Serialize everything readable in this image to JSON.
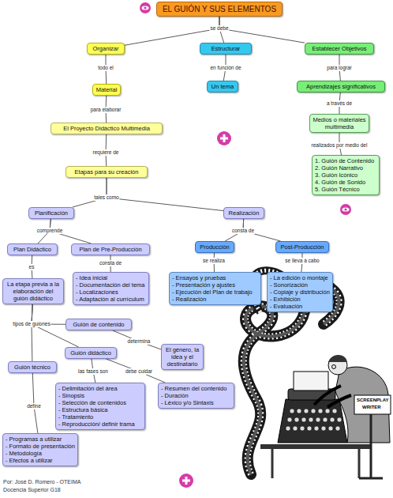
{
  "diagram": {
    "nodes": [
      {
        "text": [
          "EL GUIÓN Y SUS ELEMENTOS"
        ]
      },
      {
        "text": [
          "Organizar"
        ]
      },
      {
        "text": [
          "Estructurar"
        ]
      },
      {
        "text": [
          "Establecer Objetivos"
        ]
      },
      {
        "text": [
          "Material"
        ]
      },
      {
        "text": [
          "Un tema"
        ]
      },
      {
        "text": [
          "Aprendizajes significativos"
        ]
      },
      {
        "text": [
          "El Proyecto Didáctico Multimedia"
        ]
      },
      {
        "text": [
          "Medios o materiales multimedia"
        ]
      },
      {
        "text": [
          "1. Guión de Contenido",
          "2. Guión Narrativo",
          "3. Guión Icónico",
          "4. Guión de Sonido",
          "5. Guión Técnico"
        ]
      },
      {
        "text": [
          "Etapas para su creación"
        ]
      },
      {
        "text": [
          "Planificación"
        ]
      },
      {
        "text": [
          "Realización"
        ]
      },
      {
        "text": [
          "Plan Didáctico"
        ]
      },
      {
        "text": [
          "Plan de Pre-Producción"
        ]
      },
      {
        "text": [
          "Producción"
        ]
      },
      {
        "text": [
          "Post-Producción"
        ]
      },
      {
        "text": [
          "La etapa previa a la elaboración del guión didáctico"
        ]
      },
      {
        "text": [
          "- Idea inicial",
          "- Documentación del tema",
          "- Localizaciones",
          "- Adaptación al currículum"
        ]
      },
      {
        "text": [
          "- Ensayos y pruebas",
          "- Presentación y ajustes",
          "- Ejecución del Plan de trabajo",
          "- Realización"
        ]
      },
      {
        "text": [
          "- La edición o montaje",
          "- Sonorización",
          "- Copiaje y distribución",
          "- Exhibición",
          "- Evaluación"
        ]
      },
      {
        "text": [
          "Guión de contenido"
        ]
      },
      {
        "text": [
          "Guión didáctico"
        ]
      },
      {
        "text": [
          "Guión técnico"
        ]
      },
      {
        "text": [
          "El género, la idea y el destinatario"
        ]
      },
      {
        "text": [
          "- Delimitación del área",
          "- Sinopsis",
          "- Selección de contenidos",
          "- Estructura básica",
          "- Tratamiento",
          "- Reproducción/ definir trama"
        ]
      },
      {
        "text": [
          "- Resumen del contenido",
          "- Duración",
          "- Léxico y/o Sintaxis"
        ]
      },
      {
        "text": [
          "- Programas a utilizar",
          "- Formato de presentación",
          "- Metodología",
          "- Efectos a utilizar"
        ]
      }
    ],
    "edges": [
      {
        "from": 0,
        "to": 1,
        "label": "se debe",
        "arrow": "none"
      },
      {
        "from": 0,
        "to": 2,
        "arrow": "none"
      },
      {
        "from": 0,
        "to": 3,
        "arrow": "none"
      },
      {
        "from": 1,
        "to": 4,
        "label": "todo el",
        "arrow": "none"
      },
      {
        "from": 2,
        "to": 5,
        "label": "en función de",
        "arrow": "none"
      },
      {
        "from": 3,
        "to": 6,
        "label": "para lograr",
        "arrow": "none"
      },
      {
        "from": 4,
        "to": 7,
        "label": "para elaborar",
        "arrow": "none"
      },
      {
        "from": 6,
        "to": 8,
        "label": "a través de",
        "arrow": "none"
      },
      {
        "from": 7,
        "to": 10,
        "label": "requiere de",
        "arrow": "none"
      },
      {
        "from": 8,
        "to": 9,
        "label": "realizados por medio del",
        "arrow": "none"
      },
      {
        "from": 10,
        "to": 11,
        "label": "tales como",
        "arrow": "none"
      },
      {
        "from": 10,
        "to": 12,
        "arrow": "none"
      },
      {
        "from": 11,
        "to": 13,
        "label": "comprende",
        "arrow": "none"
      },
      {
        "from": 11,
        "to": 14,
        "arrow": "none"
      },
      {
        "from": 12,
        "to": 15,
        "label": "consta de",
        "arrow": "none"
      },
      {
        "from": 12,
        "to": 16,
        "arrow": "none"
      },
      {
        "from": 13,
        "to": 17,
        "label": "es",
        "arrow": "none"
      },
      {
        "from": 14,
        "to": 18,
        "label": "consta de",
        "arrow": "none"
      },
      {
        "from": 15,
        "to": 19,
        "label": "se realiza",
        "arrow": "none"
      },
      {
        "from": 16,
        "to": 20,
        "label": "se lleva a cabo",
        "arrow": "none"
      },
      {
        "from": 17,
        "to": 21,
        "label": "tipos de guiones",
        "arrow": "none"
      },
      {
        "from": 17,
        "to": 22,
        "arrow": "none"
      },
      {
        "from": 17,
        "to": 23,
        "arrow": "none"
      },
      {
        "from": 21,
        "to": 24,
        "label": "determina",
        "arrow": "none"
      },
      {
        "from": 22,
        "to": 25,
        "label": "las fases son",
        "arrow": "none"
      },
      {
        "from": 22,
        "to": 26,
        "label": "debe cuidar",
        "arrow": "none"
      },
      {
        "from": 23,
        "to": 27,
        "label": "define",
        "arrow": "none"
      }
    ],
    "labels": [
      "SCREENPLAY",
      "WRITER",
      "Por: José D. Romero - OTEIMA",
      "Docencia Superior G18"
    ]
  }
}
